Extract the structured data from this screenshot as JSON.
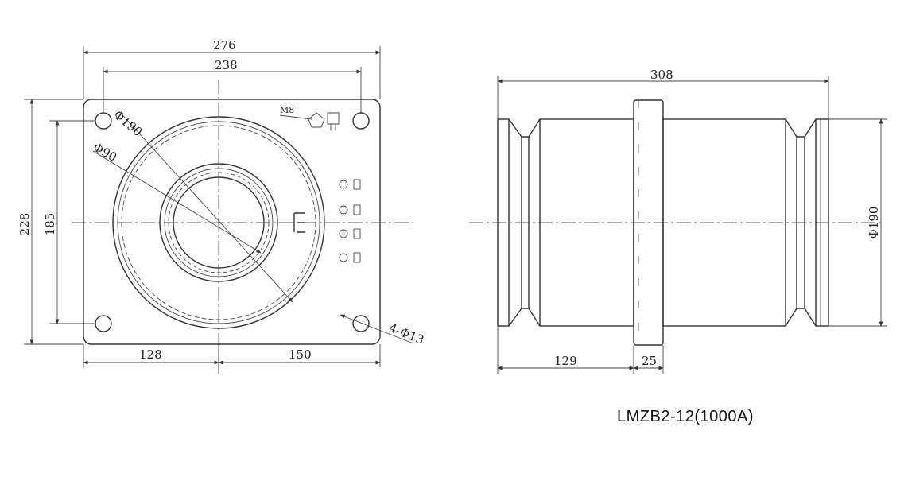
{
  "front_view": {
    "width_overall": "276",
    "hole_spacing_x": "238",
    "height_overall": "228",
    "hole_spacing_y": "185",
    "outer_diameter": "Φ190",
    "inner_diameter": "Φ90",
    "left_offset": "128",
    "right_offset": "150",
    "mounting_holes": "4-Φ13",
    "terminal_label": "M8"
  },
  "side_view": {
    "length_overall": "308",
    "body_diameter": "Φ190",
    "left_section": "129",
    "flange_thickness": "25"
  },
  "model": "LMZB2-12(1000A)"
}
